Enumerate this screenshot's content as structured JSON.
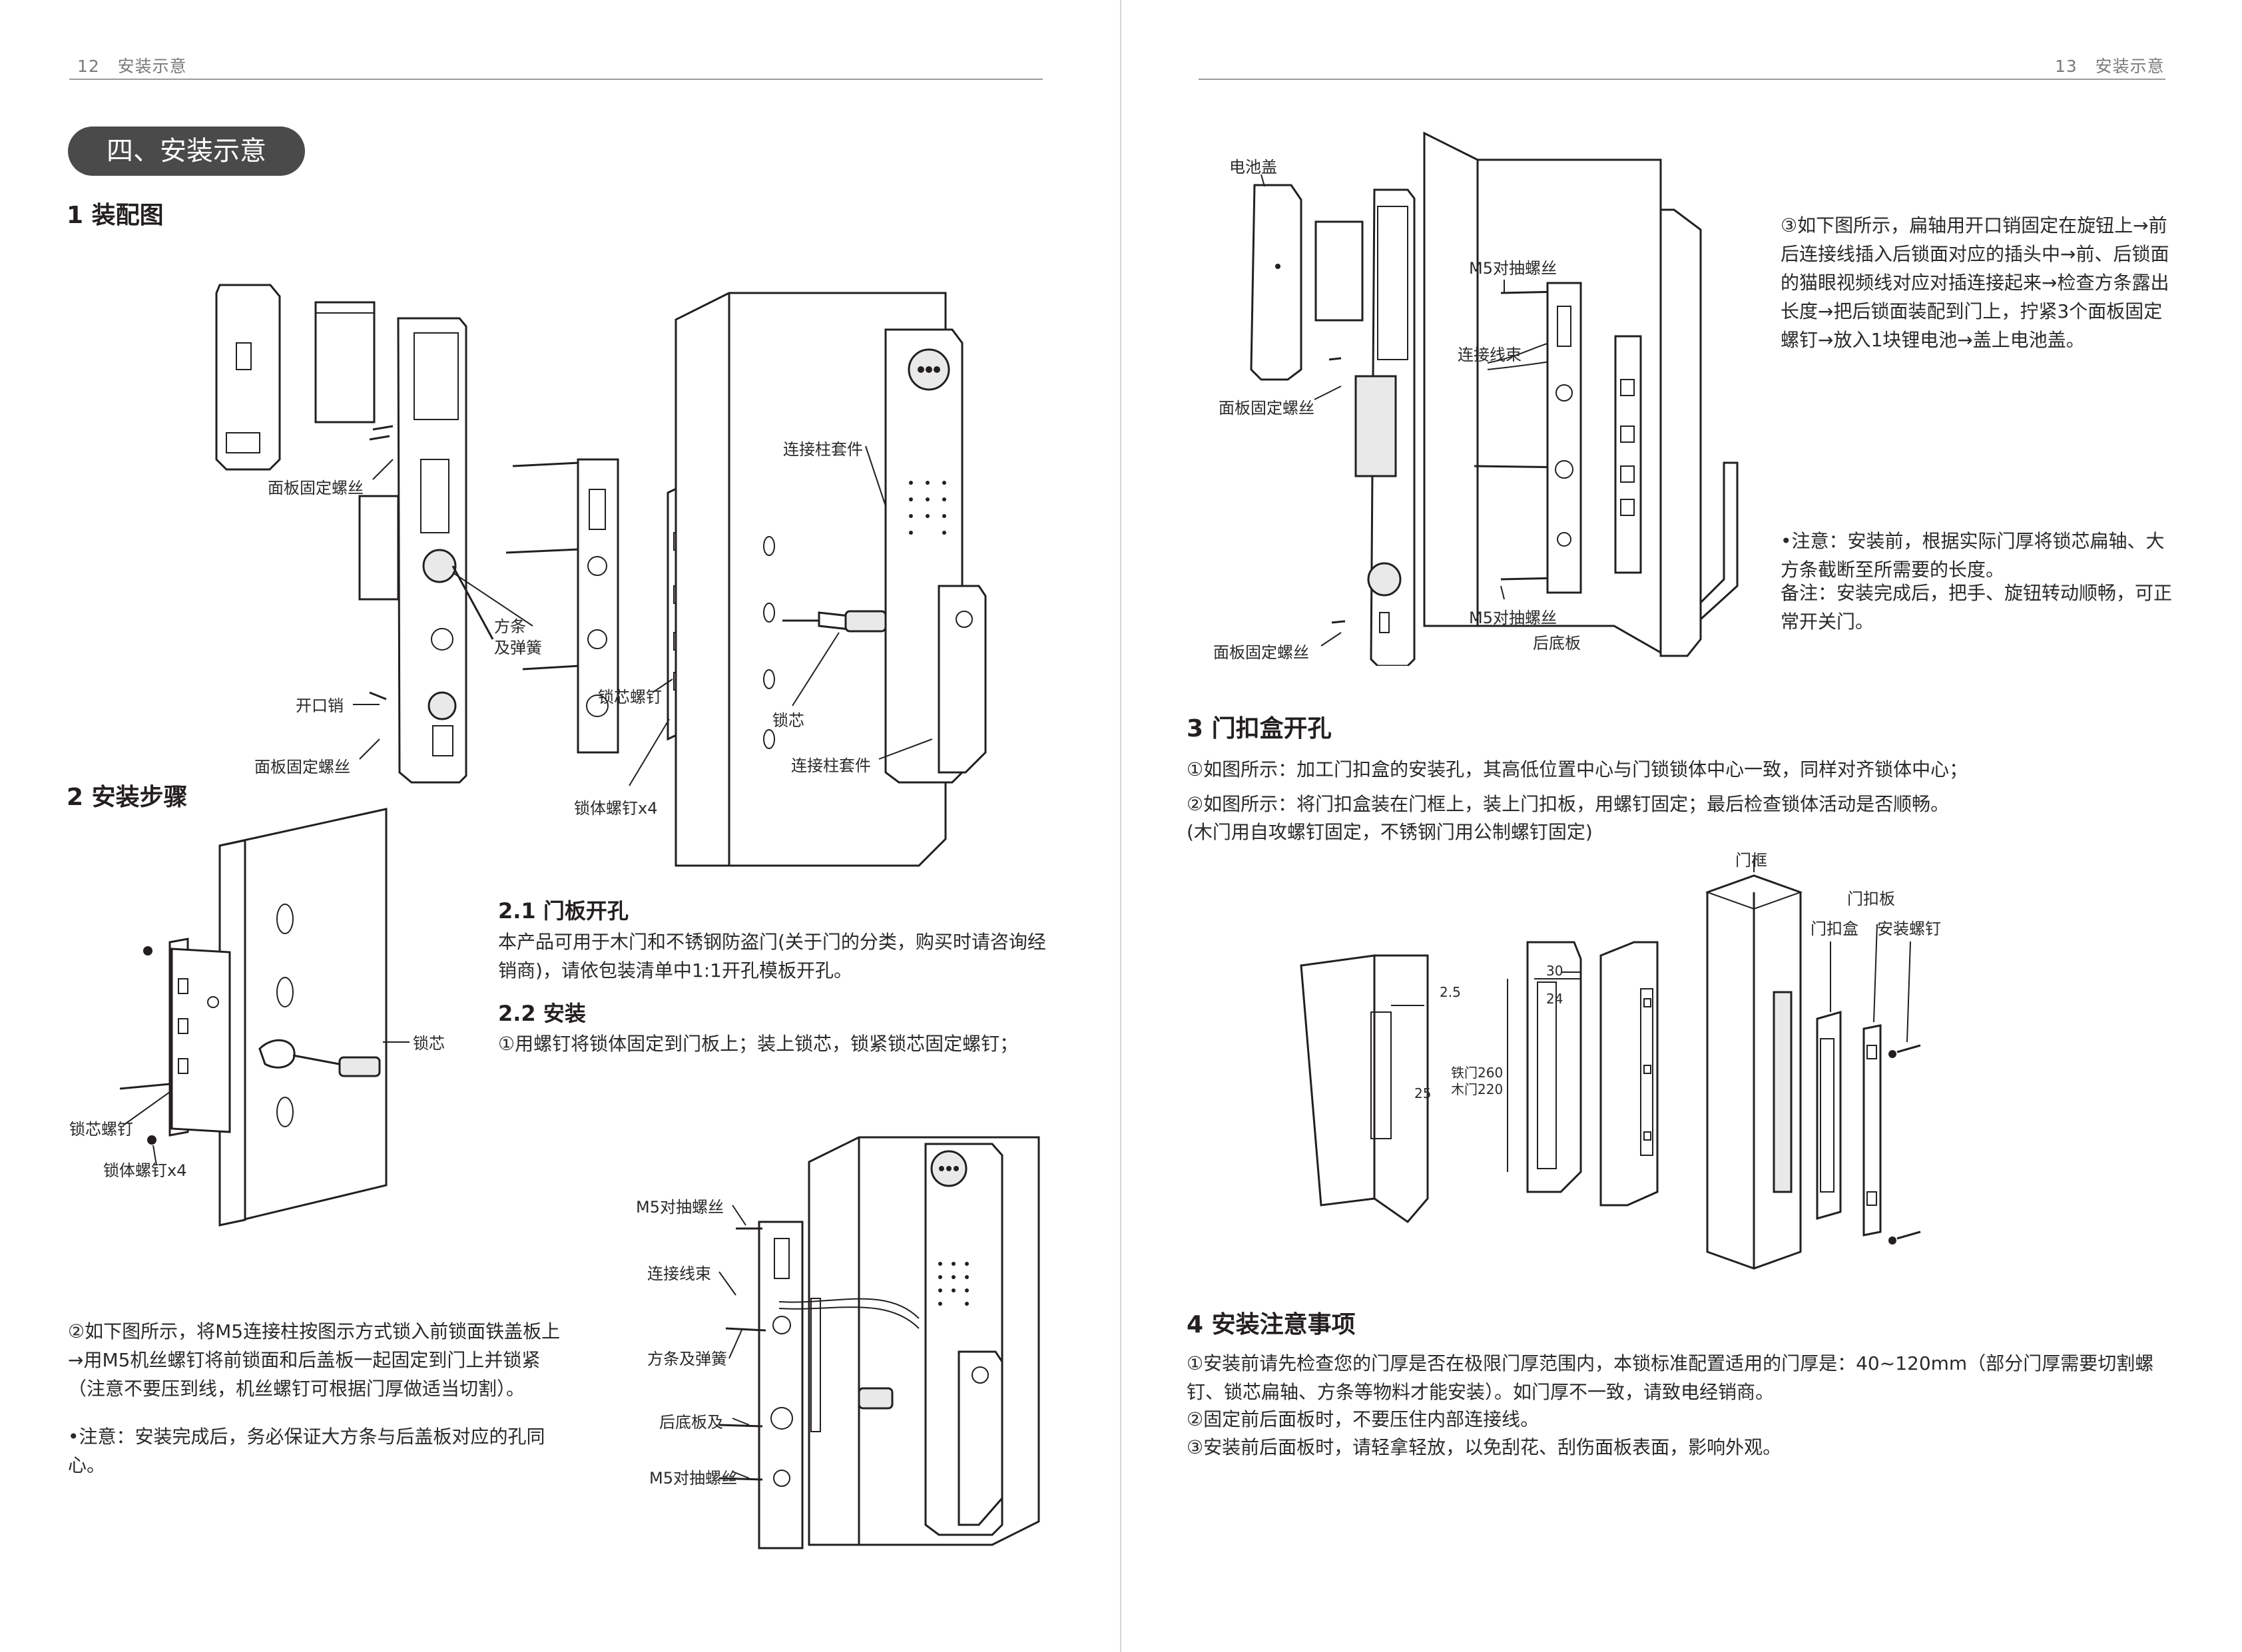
{
  "left_page": {
    "page_number": "12",
    "section_name": "安装示意",
    "title": "四、安装示意",
    "assembly": {
      "heading": "1 装配图",
      "labels": {
        "panel_screw_top": "面板固定螺丝",
        "connector_kit_top": "连接柱套件",
        "bar_spring": "方条\n及弹簧",
        "split_pin": "开口销",
        "core_screw": "锁芯螺钉",
        "lock_core": "锁芯",
        "panel_screw_bottom": "面板固定螺丝",
        "connector_kit_bottom": "连接柱套件",
        "body_screw": "锁体螺钉x4"
      }
    },
    "steps": {
      "heading": "2 安装步骤",
      "labels": {
        "lock_core": "锁芯",
        "core_screw": "锁芯螺钉",
        "body_screw": "锁体螺钉x4"
      },
      "s21_title": "2.1 门板开孔",
      "s21_text": "本产品可用于木门和不锈钢防盗门(关于门的分类，购买时请咨询经销商)，请依包装清单中1:1开孔模板开孔。",
      "s22_title": "2.2 安装",
      "s22_text": "①用螺钉将锁体固定到门板上；装上锁芯，锁紧锁芯固定螺钉；",
      "step2_text": "②如下图所示，将M5连接柱按图示方式锁入前锁面铁盖板上→用M5机丝螺钉将前锁面和后盖板一起固定到门上并锁紧（注意不要压到线，机丝螺钉可根据门厚做适当切割）。",
      "step2_note": "•注意：安装完成后，务必保证大方条与后盖板对应的孔同心。",
      "fig_labels": {
        "m5_top": "M5对抽螺丝",
        "wire": "连接线束",
        "bar_spring": "方条及弹簧",
        "back_plate": "后底板及",
        "m5_bottom": "M5对抽螺丝"
      }
    }
  },
  "right_page": {
    "page_number": "13",
    "section_name": "安装示意",
    "top_fig_labels": {
      "battery_cover": "电池盖",
      "m5_top": "M5对抽螺丝",
      "wire": "连接线束",
      "panel_screw_top": "面板固定螺丝",
      "m5_bottom": "M5对抽螺丝",
      "back_plate": "后底板",
      "panel_screw_bottom": "面板固定螺丝"
    },
    "step3_text": "③如下图所示，扁轴用开口销固定在旋钮上→前后连接线插入后锁面对应的插头中→前、后锁面的猫眼视频线对应对插连接起来→检查方条露出长度→把后锁面装配到门上，拧紧3个面板固定螺钉→放入1块锂电池→盖上电池盖。",
    "step3_note": "•注意：安装前，根据实际门厚将锁芯扁轴、大方条截断至所需要的长度。",
    "step3_remark": "备注：安装完成后，把手、旋钮转动顺畅，可正常开关门。",
    "strike": {
      "heading": "3 门扣盒开孔",
      "line1": "①如图所示：加工门扣盒的安装孔，其高低位置中心与门锁锁体中心一致，同样对齐锁体中心；",
      "line2": "②如图所示：将门扣盒装在门框上，装上门扣板，用螺钉固定；最后检查锁体活动是否顺畅。",
      "line3": "(木门用自攻螺钉固定，不锈钢门用公制螺钉固定)",
      "labels": {
        "door_frame": "门框",
        "strike_plate": "门扣板",
        "strike_box": "门扣盒",
        "install_screw": "安装螺钉",
        "dim_2_5": "2.5",
        "dim_25": "25",
        "dim_30": "30",
        "dim_24": "24",
        "dim_iron": "铁门260",
        "dim_wood": "木门220"
      }
    },
    "notes": {
      "heading": "4 安装注意事项",
      "n1": "①安装前请先检查您的门厚是否在极限门厚范围内，本锁标准配置适用的门厚是：40~120mm（部分门厚需要切割螺钉、锁芯扁轴、方条等物料才能安装）。如门厚不一致，请致电经销商。",
      "n2": "②固定前后面板时，不要压住内部连接线。",
      "n3": "③安装前后面板时，请轻拿轻放，以免刮花、刮伤面板表面，影响外观。"
    }
  }
}
